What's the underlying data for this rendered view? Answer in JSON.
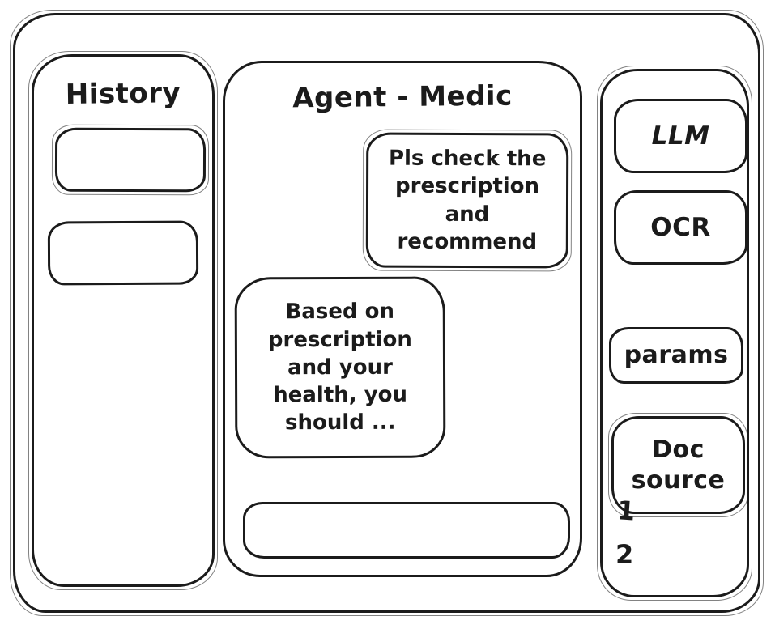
{
  "window": {
    "title": "Agent - Medic"
  },
  "history_panel": {
    "title": "History",
    "items": [
      "",
      ""
    ]
  },
  "chat_panel": {
    "title": "Agent - Medic",
    "messages": [
      {
        "role": "user",
        "text": "Pls check the prescription and recommend"
      },
      {
        "role": "assistant",
        "text": "Based on prescription and your health, you should ..."
      }
    ],
    "input_value": ""
  },
  "tools_panel": {
    "buttons": [
      "LLM",
      "OCR",
      "params",
      "Doc source"
    ],
    "doc_source_items": [
      "1",
      "2"
    ]
  },
  "colors": {
    "ink": "#1b1b1b",
    "background": "#ffffff"
  }
}
